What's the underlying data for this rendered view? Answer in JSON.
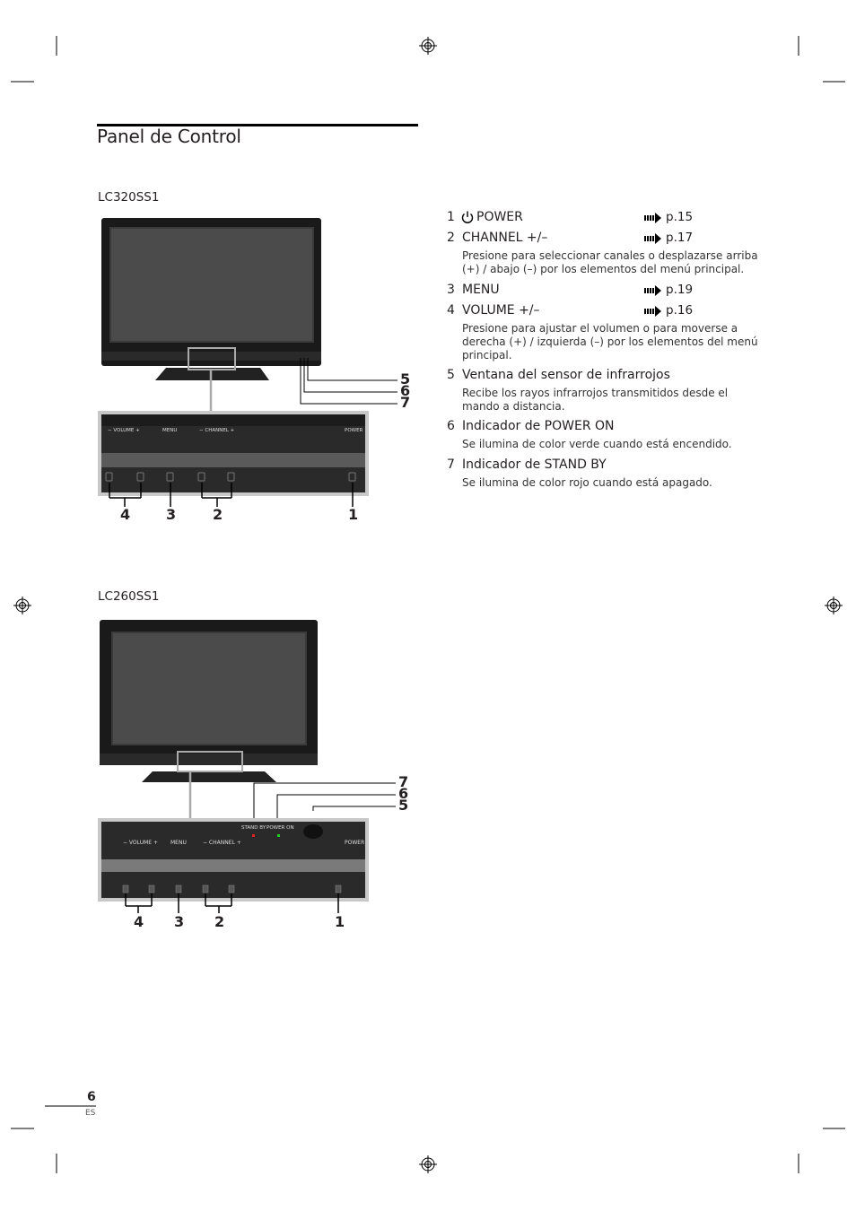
{
  "page": {
    "title": "Panel de Control",
    "number": "6",
    "lang": "ES"
  },
  "models": [
    {
      "name": "LC320SS1"
    },
    {
      "name": "LC260SS1"
    }
  ],
  "panel1": {
    "labels": {
      "volume": "− VOLUME +",
      "menu": "MENU",
      "channel": "− CHANNEL +",
      "power": "POWER"
    },
    "callouts": {
      "bottom": [
        "4",
        "3",
        "2",
        "1"
      ],
      "side": [
        "5",
        "6",
        "7"
      ]
    }
  },
  "panel2": {
    "labels": {
      "volume": "− VOLUME +",
      "menu": "MENU",
      "channel": "− CHANNEL +",
      "power": "POWER",
      "standby": "STAND BY",
      "poweron": "POWER ON"
    },
    "callouts": {
      "bottom": [
        "4",
        "3",
        "2",
        "1"
      ],
      "side": [
        "7",
        "6",
        "5"
      ]
    }
  },
  "items": [
    {
      "num": "1",
      "label": "POWER",
      "ref": "p.15",
      "desc": ""
    },
    {
      "num": "2",
      "label": "CHANNEL +/–",
      "ref": "p.17",
      "desc": "Presione para seleccionar canales o desplazarse arriba (+) / abajo (–) por los elementos del menú principal."
    },
    {
      "num": "3",
      "label": "MENU",
      "ref": "p.19",
      "desc": ""
    },
    {
      "num": "4",
      "label": "VOLUME +/–",
      "ref": "p.16",
      "desc": "Presione para ajustar el volumen o para moverse a derecha (+) / izquierda (–) por los elementos del menú principal."
    },
    {
      "num": "5",
      "label": "Ventana del sensor de infrarrojos",
      "ref": "",
      "desc": "Recibe los rayos infrarrojos transmitidos desde el mando a distancia."
    },
    {
      "num": "6",
      "label": "Indicador de POWER ON",
      "ref": "",
      "desc": "Se ilumina de color verde cuando está encendido."
    },
    {
      "num": "7",
      "label": "Indicador de STAND BY",
      "ref": "",
      "desc": "Se ilumina de color rojo cuando está apagado."
    }
  ]
}
